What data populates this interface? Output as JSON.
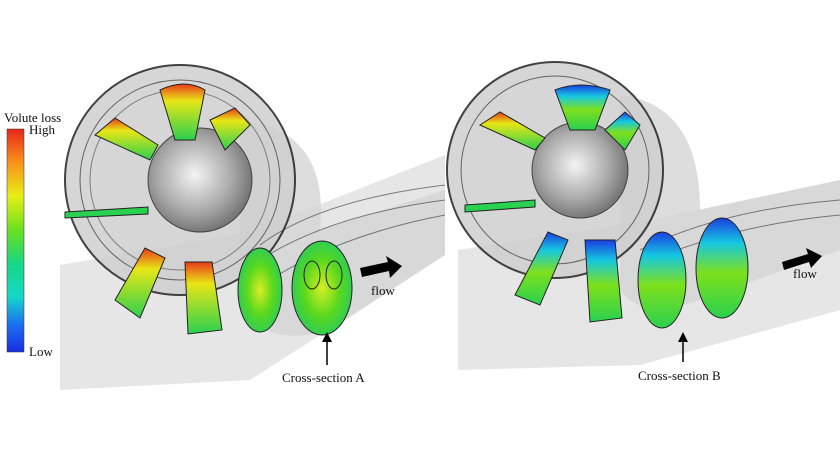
{
  "legend": {
    "title": "Volute loss",
    "high": "High",
    "low": "Low",
    "colors": [
      "#e8261c",
      "#f25a10",
      "#f7931a",
      "#f7c81a",
      "#e8ee16",
      "#b8ea18",
      "#6ee01c",
      "#22d42a",
      "#18d684",
      "#14d8c8",
      "#16b0ea",
      "#1a6ef0",
      "#1a2ee0"
    ]
  },
  "panels": [
    {
      "id": "A",
      "section_label": "Cross-section A",
      "flow_label": "flow"
    },
    {
      "id": "B",
      "section_label": "Cross-section B",
      "flow_label": "flow"
    }
  ]
}
